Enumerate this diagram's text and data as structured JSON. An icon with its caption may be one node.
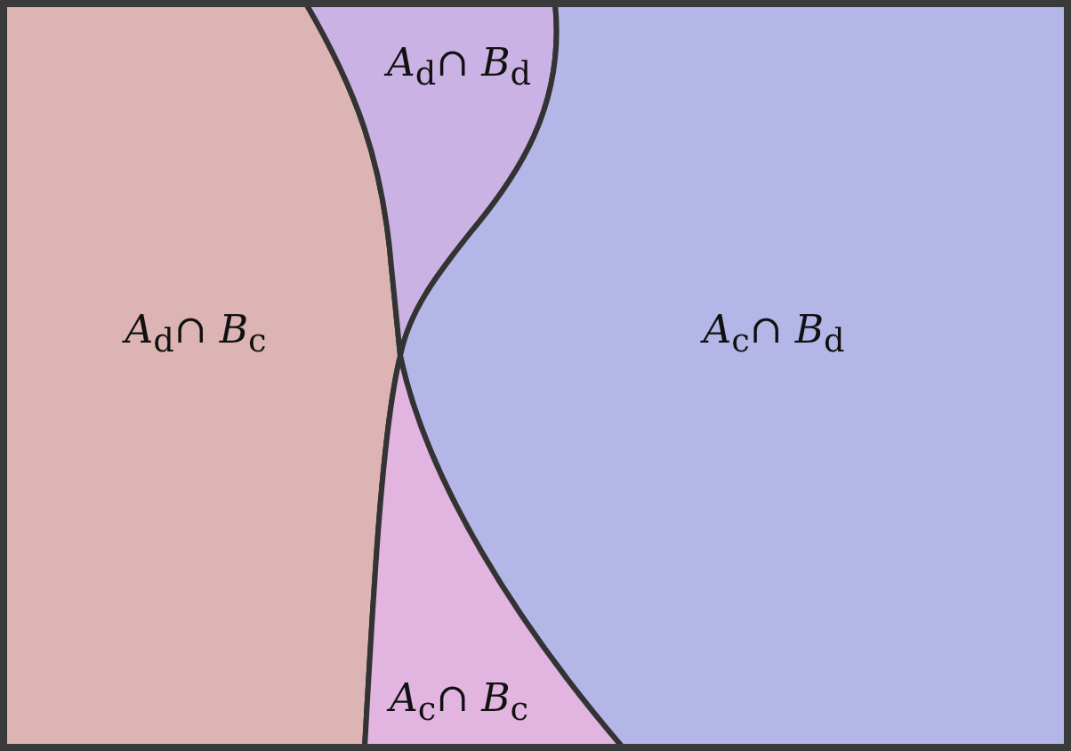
{
  "diagram": {
    "nodes": [
      {
        "text": [
          "*A*$_{d}$∩ *B*$_{c}$"
        ]
      },
      {
        "text": [
          "*A*$_{d}$∩ *B*$_{d}$"
        ]
      },
      {
        "text": [
          "*A*$_{c}$∩ *B*$_{d}$"
        ]
      },
      {
        "text": [
          "*A*$_{c}$∩ *B*$_{c}$"
        ]
      }
    ]
  }
}
